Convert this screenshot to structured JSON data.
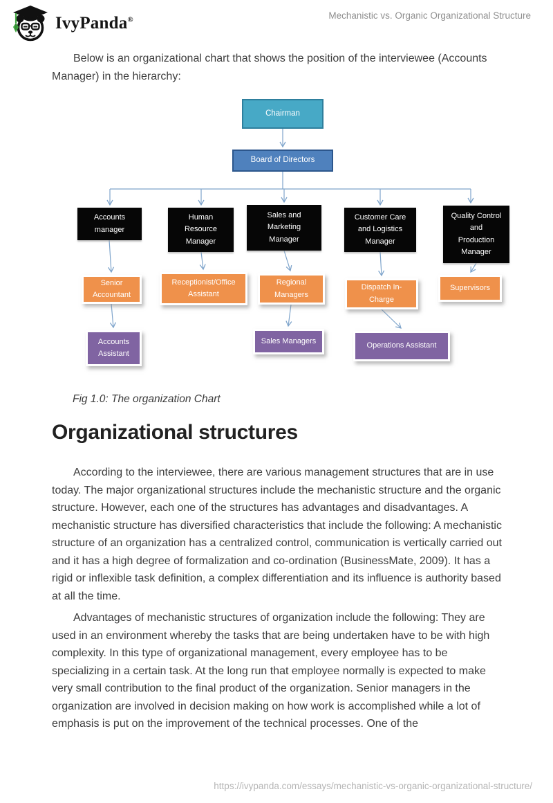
{
  "header": {
    "brand": "IvyPanda",
    "registered": "®",
    "doc_title": "Mechanistic vs. Organic Organizational Structure"
  },
  "intro": "Below is an organizational chart that shows the position of the interviewee (Accounts Manager) in the hierarchy:",
  "org_chart": {
    "title": "The organization Chart",
    "colors": {
      "chairman": "#47A9C6",
      "board": "#4F81BD",
      "managers": "#000000",
      "level4": "#EF914B",
      "level5": "#8064A2",
      "connector": "#7EA4CB"
    },
    "nodes": [
      {
        "id": "chairman",
        "label": "Chairman"
      },
      {
        "id": "board",
        "label": "Board of Directors"
      },
      {
        "id": "accounts-manager",
        "label": "Accounts\nmanager"
      },
      {
        "id": "hr-manager",
        "label": "Human\nResource\nManager"
      },
      {
        "id": "sales-marketing-manager",
        "label": "Sales and\nMarketing\nManager"
      },
      {
        "id": "customer-care-manager",
        "label": "Customer Care\nand Logistics\nManager"
      },
      {
        "id": "quality-control-manager",
        "label": "Quality Control\nand\nProduction\nManager"
      },
      {
        "id": "senior-accountant",
        "label": "Senior\nAccountant"
      },
      {
        "id": "receptionist-office-assistant",
        "label": "Receptionist/Office\nAssistant"
      },
      {
        "id": "regional-managers",
        "label": "Regional\nManagers"
      },
      {
        "id": "dispatch-in-charge",
        "label": "Dispatch In-\nCharge"
      },
      {
        "id": "supervisors",
        "label": "Supervisors"
      },
      {
        "id": "accounts-assistant",
        "label": "Accounts\nAssistant"
      },
      {
        "id": "sales-managers",
        "label": "Sales Managers"
      },
      {
        "id": "operations-assistant",
        "label": "Operations  Assistant"
      }
    ],
    "edges": [
      [
        "chairman",
        "board"
      ],
      [
        "board",
        "accounts-manager"
      ],
      [
        "board",
        "hr-manager"
      ],
      [
        "board",
        "sales-marketing-manager"
      ],
      [
        "board",
        "customer-care-manager"
      ],
      [
        "board",
        "quality-control-manager"
      ],
      [
        "accounts-manager",
        "senior-accountant"
      ],
      [
        "hr-manager",
        "receptionist-office-assistant"
      ],
      [
        "sales-marketing-manager",
        "regional-managers"
      ],
      [
        "customer-care-manager",
        "dispatch-in-charge"
      ],
      [
        "quality-control-manager",
        "supervisors"
      ],
      [
        "senior-accountant",
        "accounts-assistant"
      ],
      [
        "regional-managers",
        "sales-managers"
      ],
      [
        "dispatch-in-charge",
        "operations-assistant"
      ]
    ]
  },
  "caption": "Fig 1.0: The organization Chart",
  "heading": "Organizational structures",
  "para1": "According to the interviewee, there are various management structures that are in use today. The major organizational structures include the mechanistic structure and the organic structure. However, each one of the structures has advantages and disadvantages. A mechanistic structure has diversified characteristics that include the following: A mechanistic structure of an organization has a centralized control, communication is vertically carried out and it has a high degree of formalization and co-ordination (BusinessMate, 2009). It has a rigid or inflexible task definition, a complex differentiation and its influence is authority based at all the time.",
  "para2": "Advantages of mechanistic structures of organization include the following: They are used in an environment whereby the tasks that are being undertaken have to be with high complexity. In this type of organizational management, every employee has to be specializing in a certain task. At the long run that employee normally is expected to make very small contribution to the final product of the organization. Senior managers in the organization are involved in decision making on how work is accomplished while a lot of emphasis is put on the improvement of the technical processes. One of the",
  "footer": {
    "url": "https://ivypanda.com/essays/mechanistic-vs-organic-organizational-structure/"
  }
}
